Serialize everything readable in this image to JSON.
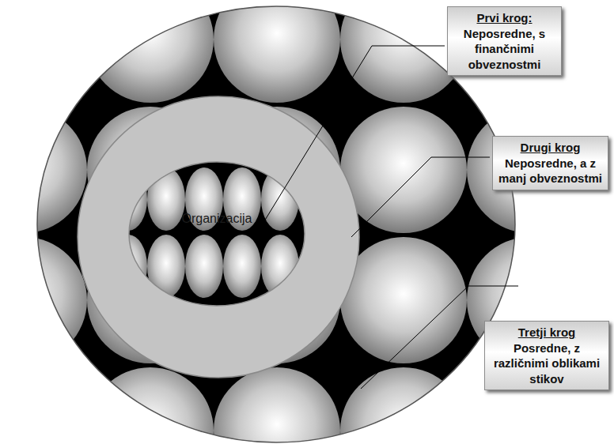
{
  "diagram": {
    "nodes": [
      {
        "text": [
          "Prvi krog:",
          "Neposredne, s finančnimi obveznostmi"
        ]
      },
      {
        "text": [
          "Drugi krog",
          "Neposredne, a z manj obveznostmi"
        ]
      },
      {
        "text": [
          "Tretji krog",
          "Posredne, z različnimi oblikami stikov"
        ]
      },
      {
        "text": [
          "Organizacija"
        ]
      }
    ]
  }
}
